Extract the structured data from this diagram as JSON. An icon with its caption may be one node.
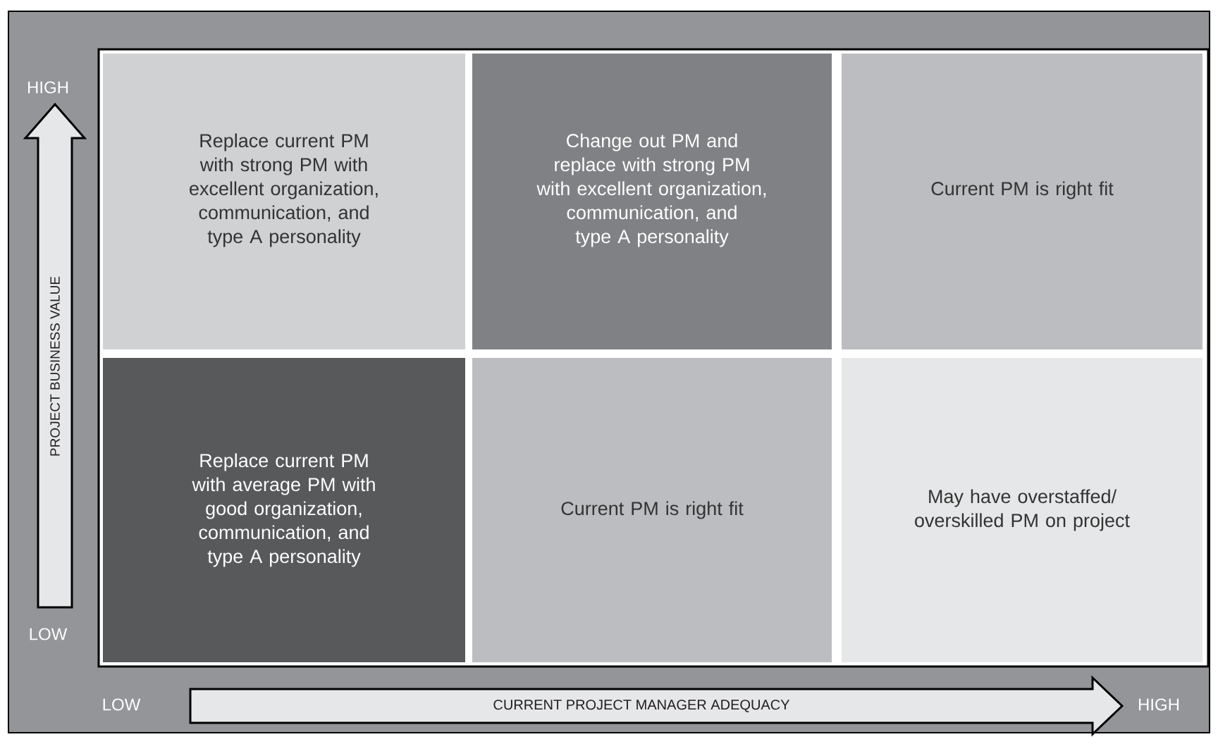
{
  "diagram": {
    "nodes": [
      {
        "text": [
          "Replace current PM with strong PM with excellent organization, communication, and type A personality"
        ]
      },
      {
        "text": [
          "Change out PM and replace with strong PM with excellent organization, communication, and type A personality"
        ]
      },
      {
        "text": [
          "Current PM is right fit"
        ]
      },
      {
        "text": [
          "Replace current PM with average PM with good organization, communication, and type A personality"
        ]
      },
      {
        "text": [
          "Current PM is right fit"
        ]
      },
      {
        "text": [
          "May have overstaffed/ overskilled PM on project"
        ]
      },
      {
        "text": [
          "PROJECT BUSINESS VALUE"
        ]
      },
      {
        "text": [
          "CURRENT PROJECT MANAGER ADEQUACY"
        ]
      }
    ],
    "labels": [
      "HIGH",
      "LOW",
      "LOW",
      "HIGH"
    ]
  }
}
